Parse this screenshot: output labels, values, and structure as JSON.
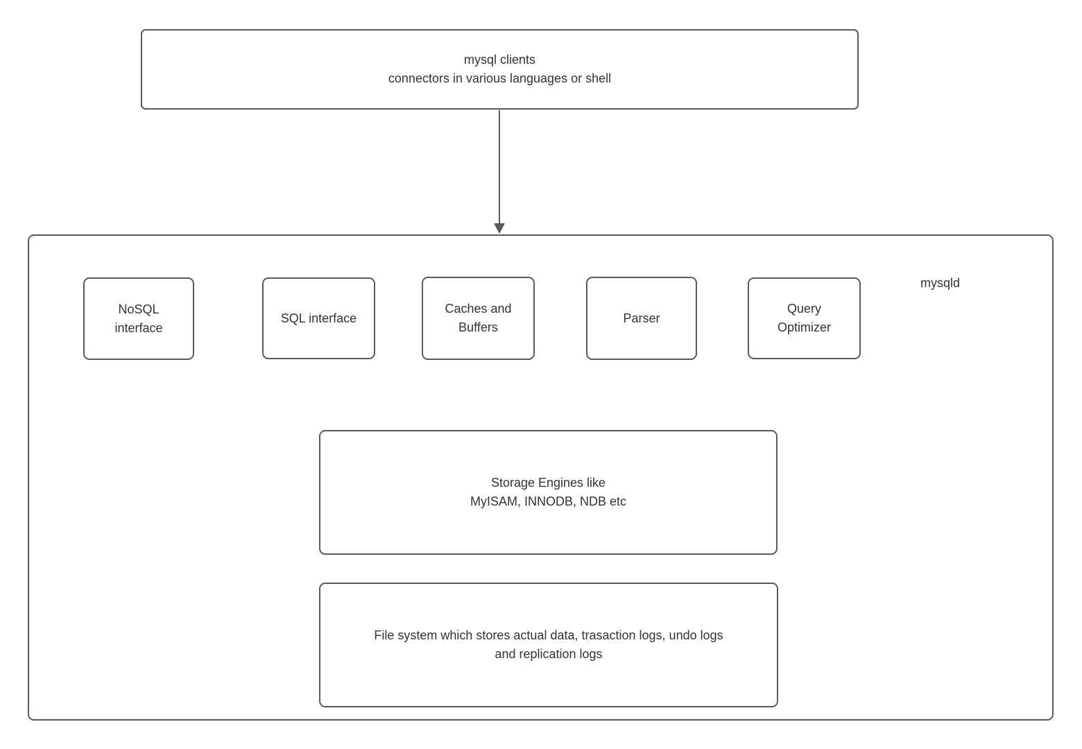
{
  "colors": {
    "stroke": "#595959",
    "text": "#333333",
    "background": "#ffffff"
  },
  "clients_box": {
    "lines": [
      "mysql clients",
      "connectors in various languages or shell"
    ]
  },
  "mysqld": {
    "label": "mysqld",
    "components": {
      "nosql": {
        "lines": [
          "NoSQL",
          "interface"
        ]
      },
      "sql": {
        "lines": [
          "SQL interface"
        ]
      },
      "caches": {
        "lines": [
          "Caches and",
          "Buffers"
        ]
      },
      "parser": {
        "lines": [
          "Parser"
        ]
      },
      "optimizer": {
        "lines": [
          "Query",
          "Optimizer"
        ]
      }
    },
    "storage_box": {
      "lines": [
        "Storage Engines like",
        "MyISAM, INNODB, NDB etc"
      ]
    },
    "filesystem_box": {
      "lines": [
        "File system which stores actual data, trasaction logs, undo logs",
        "and replication logs"
      ]
    }
  }
}
